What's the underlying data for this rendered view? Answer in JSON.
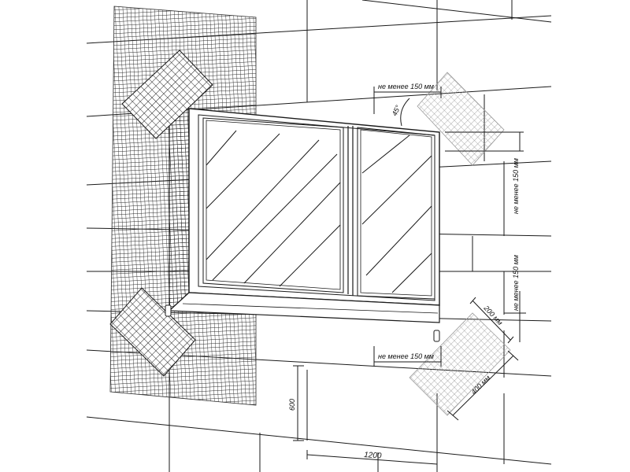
{
  "dimensions": {
    "top_horizontal": "не менее 150 мм",
    "top_vertical": "не менее 150 мм",
    "right_vertical": "не менее 150 мм",
    "bottom_horizontal": "не менее 150 мм",
    "angle": "45°",
    "patch_width": "200 мм",
    "patch_length": "400 мм",
    "below_sill": "600",
    "span": "1200"
  },
  "colors": {
    "line": "#1a1a1a",
    "mesh_dark": "#2b2b2b",
    "mesh_light": "#9a9a9a",
    "background": "#ffffff"
  }
}
